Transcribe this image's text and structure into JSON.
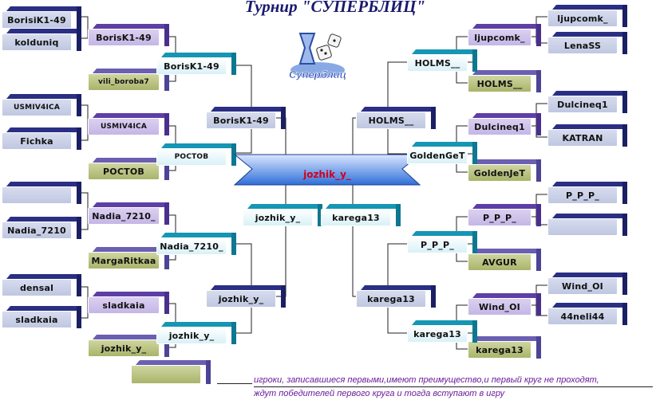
{
  "title": "Турнир \"СУПЕРБЛИЦ\"",
  "logo": {
    "icon": "superblitz-hourglass-dice-logo"
  },
  "colors": {
    "accent_title": "#1a1a6e",
    "winner_text": "#d0021b",
    "note_text": "#6a1b9a"
  },
  "winner": "jozhik_y_",
  "left": {
    "round0": [
      "BorisiK1-49",
      "kolduniq",
      "USMIV4ICA",
      "Fichka",
      "",
      "Nadia_7210",
      "densal",
      "sladkaia"
    ],
    "round1": [
      "BorisK1-49",
      "vili_boroba7",
      "USMIV4ICA",
      "РОСТОВ",
      "Nadia_7210_",
      "MargaRitkaa",
      "sladkaia",
      "jozhik_y_"
    ],
    "round2": [
      "BorisK1-49",
      "РОСТОВ",
      "Nadia_7210_",
      "jozhik_y_"
    ],
    "round3": [
      "BorisK1-49",
      "jozhik_y_"
    ],
    "final": "jozhik_y_",
    "extra": ""
  },
  "right": {
    "round0": [
      "ljupcomk_",
      "LenaSS",
      "Dulcineq1",
      "KATRAN",
      "P_P_P_",
      "",
      "Wind_OI",
      "44neli44"
    ],
    "round1": [
      "ljupcomk_",
      "HOLMS__",
      "Dulcineq1",
      "GoldenJeT",
      "P_P_P_",
      "AVGUR",
      "Wind_OI",
      "karega13"
    ],
    "round2": [
      "HOLMS__",
      "GoldenGeT",
      "P_P_P_",
      "karega13"
    ],
    "round3": [
      "HOLMS__",
      "karega13"
    ],
    "final": "karega13"
  },
  "note": {
    "line1": "игроки, записавшиеся первыми,имеют преимущество,и первый круг не проходят,",
    "line2": "ждут победителей первого круга и тогда вступают в игру"
  }
}
